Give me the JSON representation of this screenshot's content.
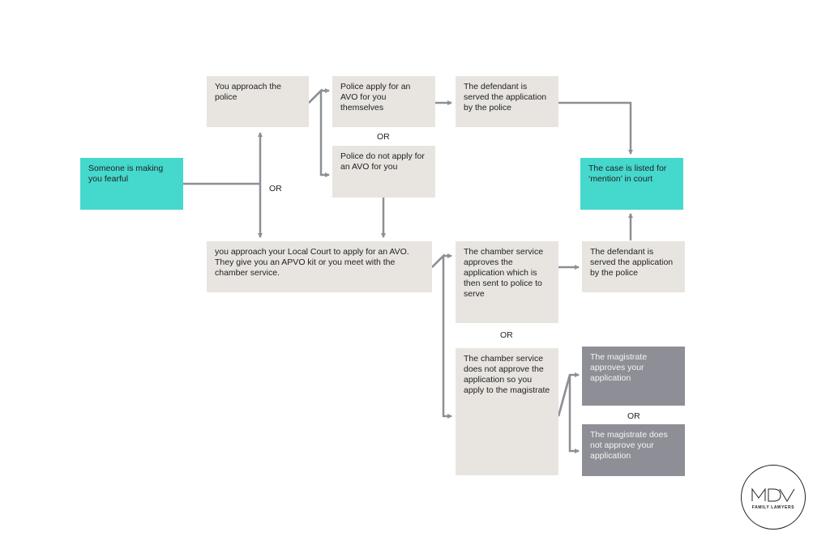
{
  "nodes": {
    "fearful": "Someone is making\nyou fearful",
    "approach_police": "You approach the\npolice",
    "police_apply": "Police apply for an\nAVO for you\nthemselves",
    "police_not_apply": "Police do not apply for\nan AVO for you",
    "defendant_served_1": "The defendant is\nserved the application\nby the police",
    "listed_mention": "The case is listed for\n‘mention’ in court",
    "local_court": "you approach your Local Court to apply for an AVO.\nThey give you an APVO kit or you meet with the\nchamber service.",
    "chamber_approves": "The chamber service\napproves the\napplication which is\nthen sent to police to\nserve",
    "defendant_served_2": "The defendant is\nserved the application\nby the police",
    "chamber_not_approve": "The chamber service\ndoes not approve the\napplication so you\napply to the magistrate",
    "magistrate_approves": "The magistrate\napproves your\napplication",
    "magistrate_not_approve": "The magistrate does\nnot approve your\napplication"
  },
  "or_labels": {
    "police_branch": "OR",
    "main_branch": "OR",
    "chamber_branch": "OR",
    "magistrate_branch": "OR"
  },
  "logo": {
    "wordmark": "MDV",
    "subtitle": "FAMILY LAWYERS"
  },
  "colors": {
    "teal": "#45d8cd",
    "beige": "#e8e5e0",
    "grey": "#8e8f96",
    "connector": "#8e8f96"
  }
}
